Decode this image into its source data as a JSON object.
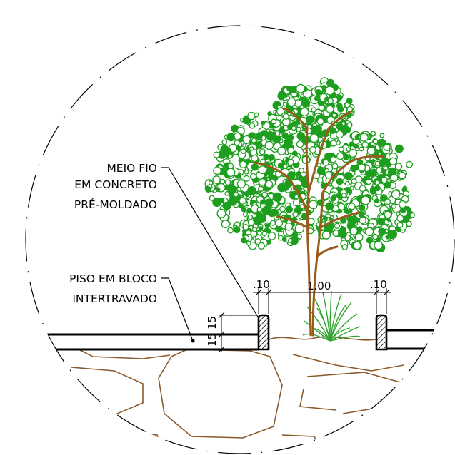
{
  "labels": {
    "curb": [
      "MEIO FIO",
      "EM CONCRETO",
      "PRÉ-MOLDADO"
    ],
    "paving": [
      "PISO EM BLOCO",
      "INTERTRAVADO"
    ]
  },
  "dimensions": {
    "left_curb": ".10",
    "planting_width": "1.00",
    "right_curb": ".10",
    "vert_upper": "15",
    "vert_lower": "15"
  },
  "colors": {
    "ink": "#000000",
    "foliage": "#1e9e1e",
    "trunk": "#9a5a1c",
    "soil": "#8b5a2b",
    "grass": "#2fa52f"
  },
  "icons": [
    "tree-icon",
    "grass-clump-icon"
  ]
}
